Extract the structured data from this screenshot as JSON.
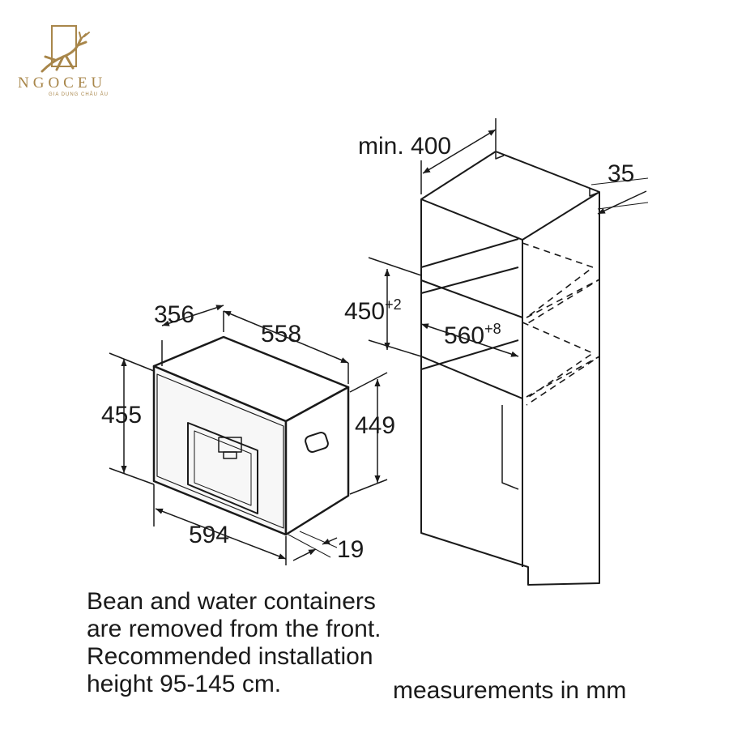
{
  "brand": {
    "name": "NGOCEU",
    "tagline": "GIA DỤNG CHÂU ÂU",
    "color": "#a8864a",
    "icon": "deer-logo-icon"
  },
  "dimensions": {
    "min_depth": "min. 400",
    "rear_gap": "35",
    "niche_height": "450",
    "niche_height_tol": "+2",
    "niche_width": "560",
    "niche_width_tol": "+8",
    "appliance_depth": "356",
    "body_width": "558",
    "front_height": "455",
    "body_height": "449",
    "front_width": "594",
    "front_thickness": "19"
  },
  "notes": [
    "Bean and water containers",
    "are removed from the front.",
    "Recommended installation",
    "height 95-145 cm."
  ],
  "units_note": "measurements in mm"
}
